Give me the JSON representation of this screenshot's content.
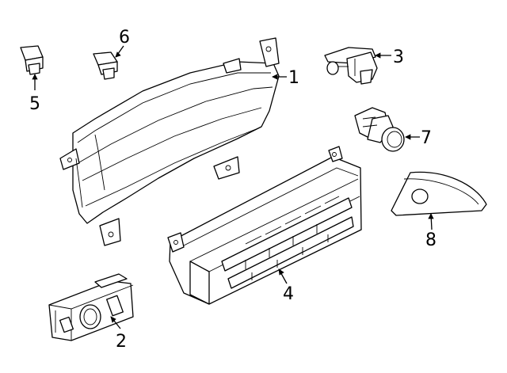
{
  "callouts": [
    {
      "id": "1",
      "label": "1",
      "part": "instrument-cluster"
    },
    {
      "id": "2",
      "label": "2",
      "part": "headlamp-switch"
    },
    {
      "id": "3",
      "label": "3",
      "part": "ignition-switch-bracket"
    },
    {
      "id": "4",
      "label": "4",
      "part": "climate-control-panel"
    },
    {
      "id": "5",
      "label": "5",
      "part": "small-switch-a"
    },
    {
      "id": "6",
      "label": "6",
      "part": "small-switch-b"
    },
    {
      "id": "7",
      "label": "7",
      "part": "push-button-start-switch"
    },
    {
      "id": "8",
      "label": "8",
      "part": "switch-bezel"
    }
  ],
  "colors": {
    "line": "#000000",
    "fill": "#ffffff",
    "background": "#ffffff"
  }
}
